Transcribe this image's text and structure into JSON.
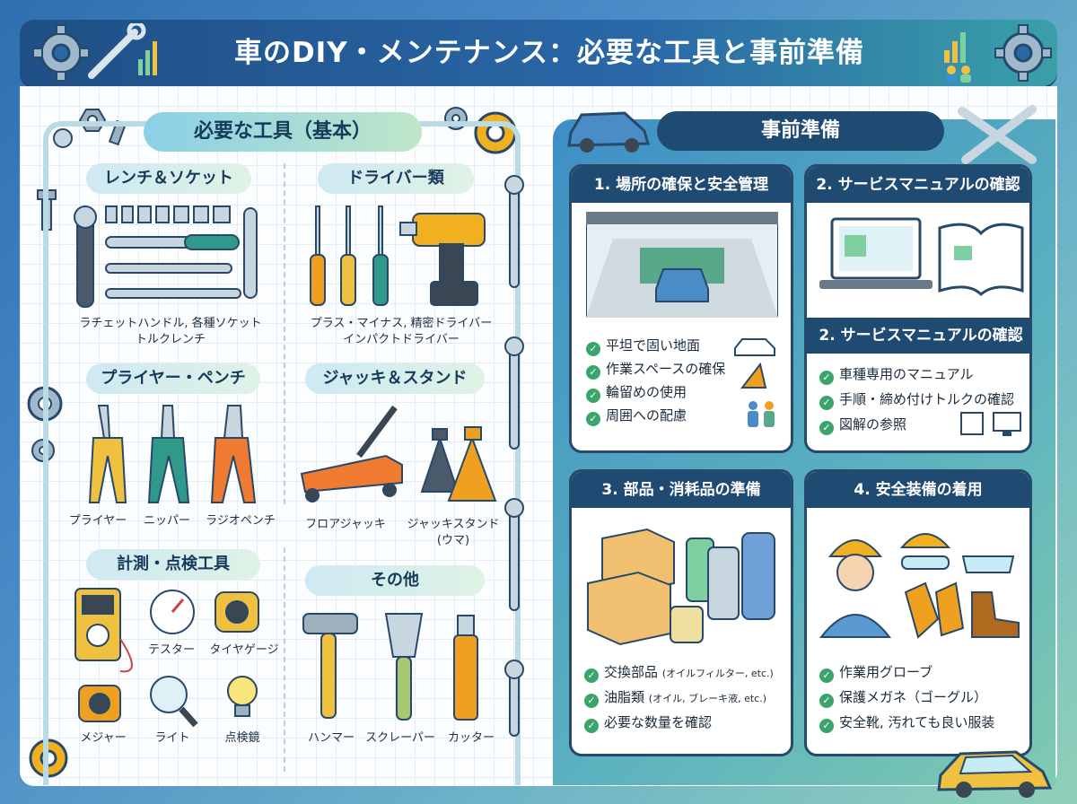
{
  "title": "車のDIY・メンテナンス：必要な工具と事前準備",
  "tools": {
    "heading": "必要な工具（基本）",
    "wrench": {
      "label": "レンチ＆ソケット",
      "caption1": "ラチェットハンドル, 各種ソケット",
      "caption2": "トルクレンチ"
    },
    "driver": {
      "label": "ドライバー類",
      "caption1": "プラス・マイナス, 精密ドライバー",
      "caption2": "インパクトドライバー"
    },
    "pliers": {
      "label": "プライヤー・ペンチ",
      "items": [
        "プライヤー",
        "ニッパー",
        "ラジオペンチ"
      ]
    },
    "jack": {
      "label": "ジャッキ＆スタンド",
      "floor": "フロアジャッキ",
      "stand1": "ジャッキスタンド",
      "stand2": "(ウマ)"
    },
    "measure": {
      "label": "計測・点検工具",
      "items": [
        "テスター",
        "タイヤゲージ",
        "メジャー",
        "ライト",
        "点検鏡"
      ]
    },
    "other": {
      "label": "その他",
      "items": [
        "ハンマー",
        "スクレーパー",
        "カッター"
      ]
    }
  },
  "prep": {
    "heading": "事前準備",
    "card1": {
      "title": "1. 場所の確保と安全管理",
      "items": [
        "平坦で固い地面",
        "作業スペースの確保",
        "輪留めの使用",
        "周囲への配慮"
      ]
    },
    "card2": {
      "title": "2. サービスマニュアルの確認",
      "subtitle": "2. サービスマニュアルの確認",
      "items": [
        "車種専用のマニュアル",
        "手順・締め付けトルクの確認",
        "図解の参照"
      ]
    },
    "card3": {
      "title": "3. 部品・消耗品の準備",
      "items": [
        {
          "main": "交換部品",
          "note": "(オイルフィルター, etc.)"
        },
        {
          "main": "油脂類",
          "note": "(オイル, ブレーキ液, etc.)"
        },
        {
          "main": "必要な数量を確認",
          "note": ""
        }
      ]
    },
    "card4": {
      "title": "4. 安全装備の着用",
      "items": [
        "作業用グローブ",
        "保護メガネ（ゴーグル）",
        "安全靴, 汚れても良い服装"
      ]
    }
  },
  "check_mark": "✓",
  "colors": {
    "navy": "#1f4a72",
    "accent_green": "#3aa56a",
    "tool_orange": "#f0a020",
    "tool_teal": "#2f9a8a"
  }
}
